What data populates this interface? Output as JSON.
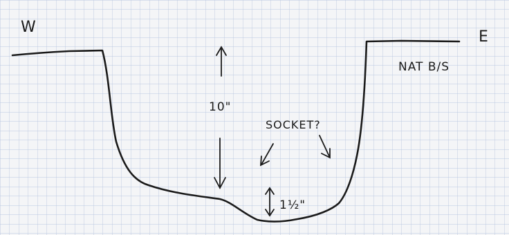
{
  "labels": {
    "west": "W",
    "east": "E",
    "natural_bs": "NAT B/S",
    "depth": "10\"",
    "socket": "SOCKET?",
    "base_depth": "1½\""
  },
  "colors": {
    "paper": "#f4f5f7",
    "grid": "#b9c7e0",
    "ink": "#1a1a1a"
  }
}
